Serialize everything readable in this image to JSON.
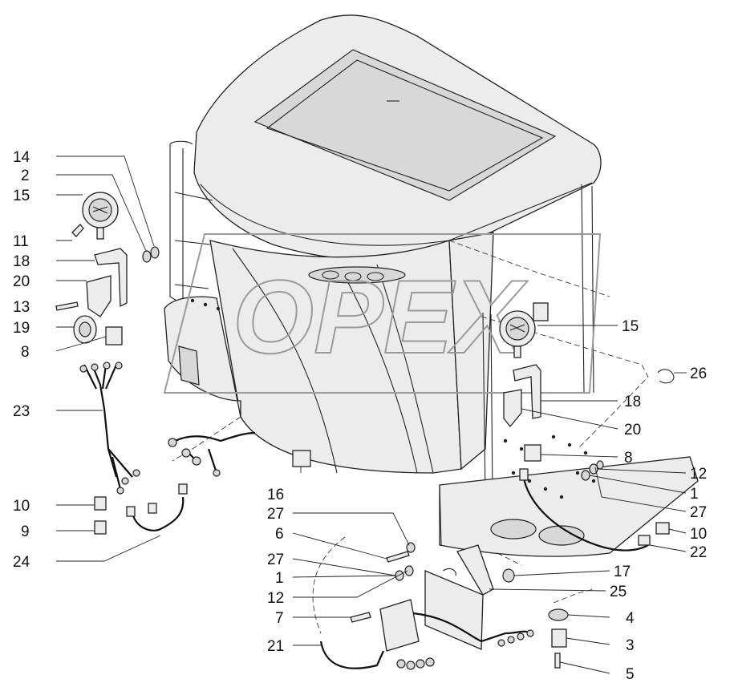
{
  "diagram": {
    "watermark": "OPEX"
  },
  "callouts": {
    "left": [
      "14",
      "2",
      "15",
      "11",
      "18",
      "20",
      "13",
      "19",
      "8",
      "23",
      "10",
      "9",
      "24"
    ],
    "right": [
      "15",
      "26",
      "18",
      "20",
      "8",
      "12",
      "1",
      "27",
      "10",
      "22"
    ],
    "bottom_right": [
      "17",
      "25",
      "4",
      "3",
      "5"
    ],
    "center": [
      "16",
      "27",
      "6",
      "27",
      "1",
      "12",
      "7",
      "21"
    ]
  }
}
